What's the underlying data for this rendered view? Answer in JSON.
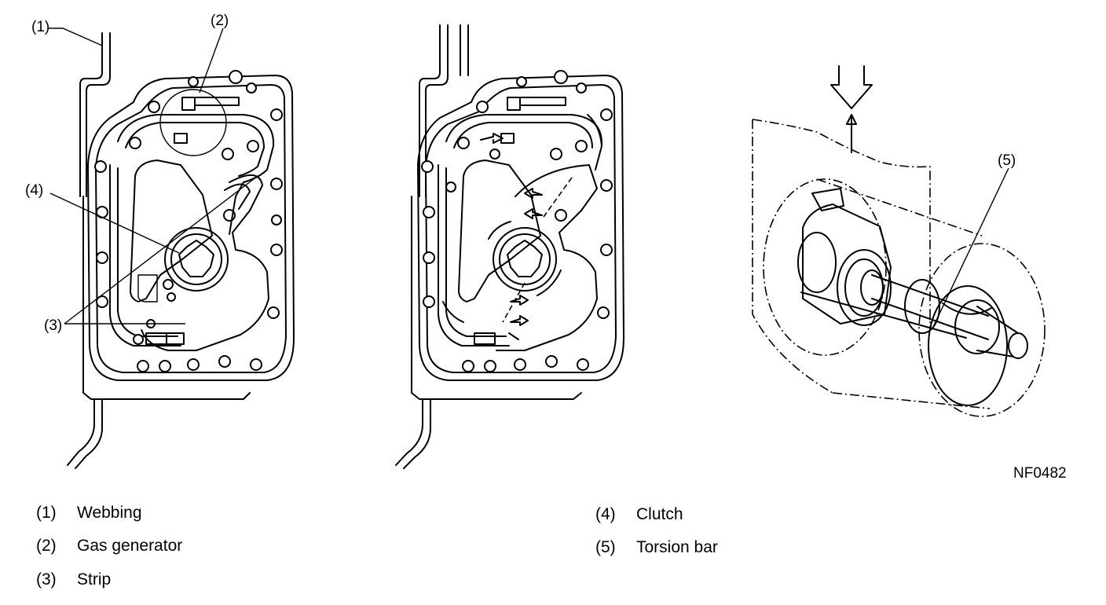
{
  "callouts": {
    "c1": "(1)",
    "c2": "(2)",
    "c3": "(3)",
    "c4": "(4)",
    "c5": "(5)"
  },
  "figure_code": "NF0482",
  "legend": [
    {
      "num": "(1)",
      "label": "Webbing"
    },
    {
      "num": "(2)",
      "label": "Gas generator"
    },
    {
      "num": "(3)",
      "label": "Strip"
    },
    {
      "num": "(4)",
      "label": "Clutch"
    },
    {
      "num": "(5)",
      "label": "Torsion bar"
    }
  ]
}
